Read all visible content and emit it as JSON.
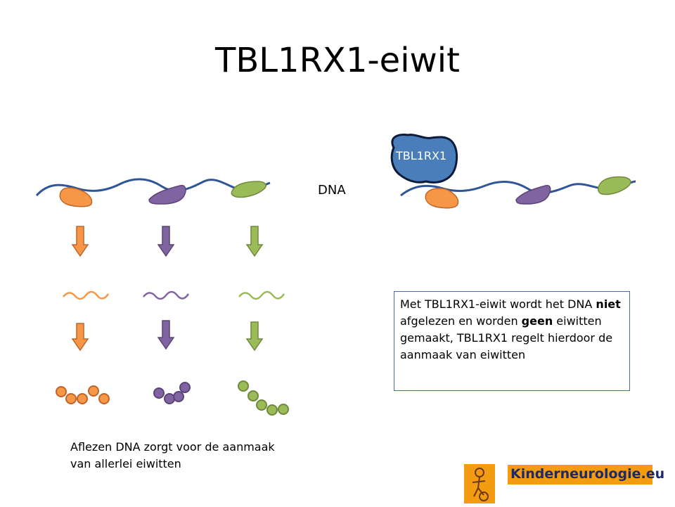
{
  "slide": {
    "title": "TBL1RX1-eiwit",
    "dna_label": "DNA",
    "protein_label": "TBL1RX1",
    "info_box": {
      "t1": "Met  TBL1RX1-eiwit wordt het DNA ",
      "b1": "niet",
      "t2": " afgelezen en worden ",
      "b2": "geen",
      "t3": " eiwitten gemaakt, TBL1RX1 regelt hierdoor de aanmaak van eiwitten"
    },
    "caption": "Aflezen DNA zorgt voor de aanmaak van allerlei eiwitten",
    "logo_text": "Kinderneurologie.eu"
  },
  "colors": {
    "orange": "#f79646",
    "orange_stroke": "#c0652a",
    "purple": "#8064a2",
    "purple_stroke": "#5a4477",
    "green": "#9bbb59",
    "green_stroke": "#6f8a3b",
    "dna_line": "#2f5597",
    "protein_fill": "#4a7ebb",
    "protein_stroke": "#0d1b3a",
    "box_border": "#41719c",
    "logo_orange": "#f39c12",
    "logo_text": "#1b2a6b"
  },
  "icons": [
    "down-arrow-icon",
    "mrna-wave-icon",
    "protein-chain-icon",
    "logo-figure-icon"
  ]
}
